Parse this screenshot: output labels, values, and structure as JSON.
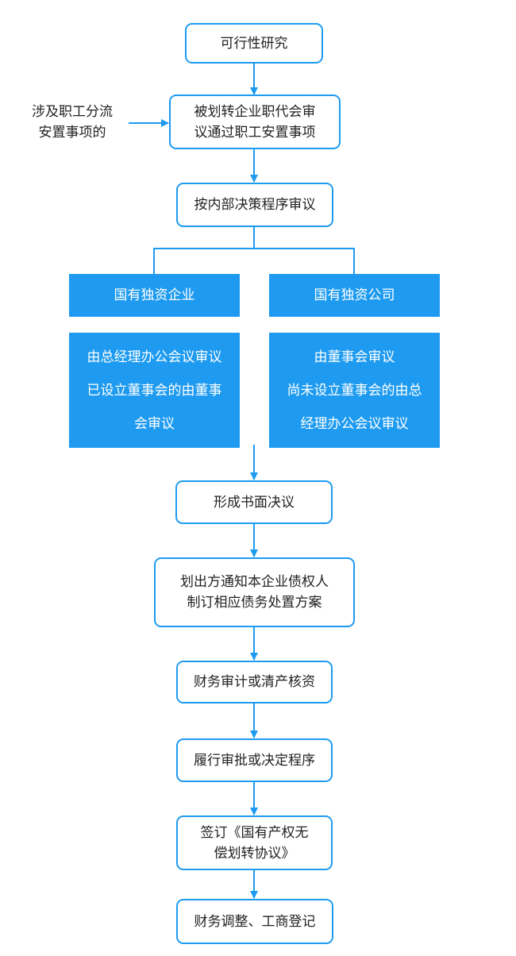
{
  "colors": {
    "accent": "#1E9BF0",
    "text": "#222222",
    "fill_text": "#FFFFFF"
  },
  "steps": {
    "feasibility": "可行性研究",
    "workers_review": [
      "被划转企业职代会审",
      "议通过职工安置事项"
    ],
    "internal_review": "按内部决策程序审议",
    "written_resolution": "形成书面决议",
    "notify_creditors": [
      "划出方通知本企业债权人",
      "制订相应债务处置方案"
    ],
    "audit": "财务审计或清产核资",
    "approval": "履行审批或决定程序",
    "agreement": [
      "签订《国有产权无",
      "偿划转协议》"
    ],
    "registration": "财务调整、工商登记"
  },
  "side_note": [
    "涉及职工分流",
    "安置事项的"
  ],
  "branches": {
    "left": {
      "title": "国有独资企业",
      "detail": [
        "由总经理办公会议审议",
        "已设立董事会的由董事",
        "会审议"
      ]
    },
    "right": {
      "title": "国有独资公司",
      "detail": [
        "由董事会审议",
        "尚未设立董事会的由总",
        "经理办公会议审议"
      ]
    }
  }
}
